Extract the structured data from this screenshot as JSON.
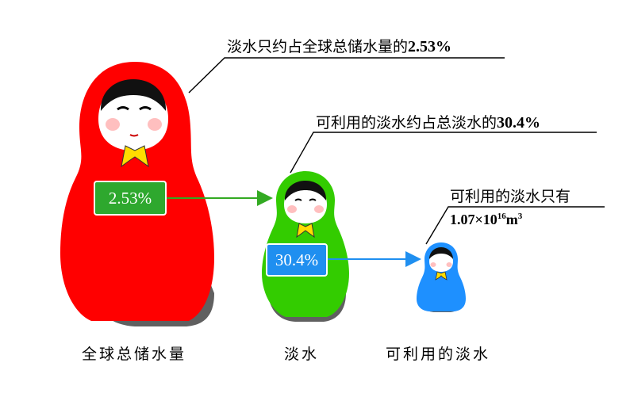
{
  "callouts": {
    "freshwater_share": {
      "prefix": "淡水只约占全球总储水量的",
      "value": "2.53%"
    },
    "usable_share": {
      "prefix": "可利用的淡水约占总淡水的",
      "value": "30.4%"
    },
    "usable_amount": {
      "line1": "可利用的淡水只有",
      "value": "1.07×10",
      "exp": "16",
      "unit": "m",
      "unit_exp": "3"
    }
  },
  "badges": {
    "freshwater": "2.53%",
    "usable": "30.4%"
  },
  "labels": {
    "total": "全球总储水量",
    "fresh": "淡水",
    "usable": "可利用的淡水"
  },
  "colors": {
    "total_doll": "#ff0000",
    "fresh_doll": "#33cc00",
    "usable_doll": "#1e90ff",
    "badge_green": "#2ea82e",
    "badge_blue": "#1f8ff0",
    "arrow_green": "#33aa22",
    "arrow_blue": "#1f8ff0"
  }
}
